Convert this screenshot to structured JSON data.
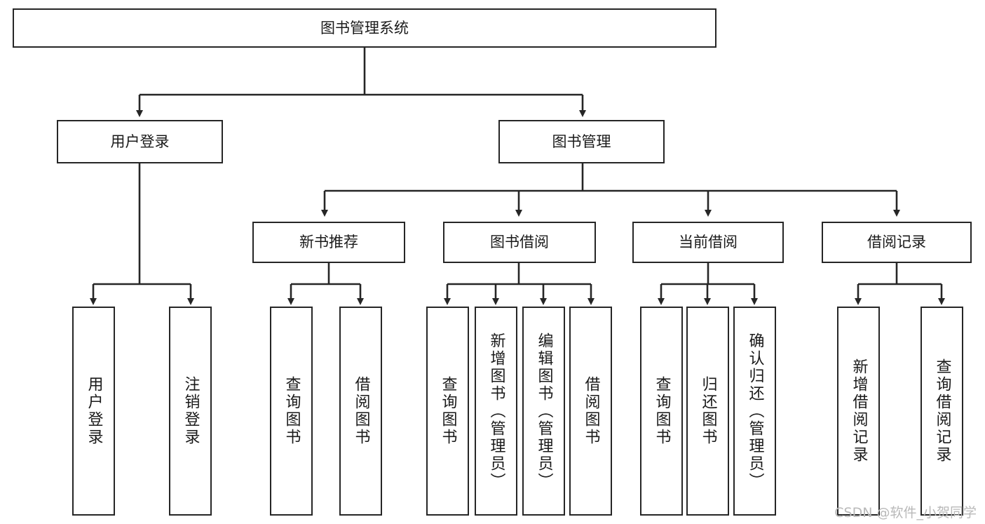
{
  "diagram": {
    "type": "tree-hierarchy-chart",
    "title_node": "图书管理系统",
    "watermark": "CSDN @软件_小贺同学",
    "colors": {
      "stroke": "#262626",
      "fill": "#ffffff",
      "text": "#1a1a1a",
      "watermark": "#b9b9b9"
    },
    "levels": {
      "root": {
        "label": "图书管理系统"
      },
      "level1": [
        {
          "label": "用户登录"
        },
        {
          "label": "图书管理"
        }
      ],
      "level2": [
        {
          "label": "新书推荐"
        },
        {
          "label": "图书借阅"
        },
        {
          "label": "当前借阅"
        },
        {
          "label": "借阅记录"
        }
      ],
      "level3": {
        "user_login_children": [
          {
            "label": "用户登录"
          },
          {
            "label": "注销登录"
          }
        ],
        "new_book_children": [
          {
            "label": "查询图书"
          },
          {
            "label": "借阅图书"
          }
        ],
        "borrow_children": [
          {
            "label": "查询图书"
          },
          {
            "label": "新增图书（管理员）"
          },
          {
            "label": "编辑图书（管理员）"
          },
          {
            "label": "借阅图书"
          }
        ],
        "current_children": [
          {
            "label": "查询图书"
          },
          {
            "label": "归还图书"
          },
          {
            "label": "确认归还（管理员）"
          }
        ],
        "record_children": [
          {
            "label": "新增借阅记录"
          },
          {
            "label": "查询借阅记录"
          }
        ]
      }
    }
  }
}
